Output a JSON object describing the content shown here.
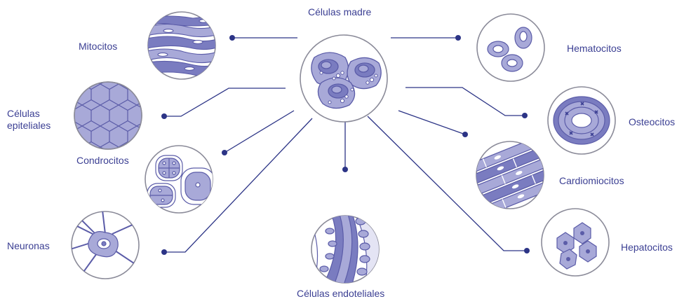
{
  "title": "Células madre",
  "colors": {
    "line": "#2c3486",
    "text": "#3b3f93",
    "cell_fill": "#a8a9d8",
    "cell_dark": "#7a7cc0",
    "nucleus": "#6a6bb6",
    "circle_stroke": "#8b8b99"
  },
  "center": {
    "label": "Células madre",
    "icon": "stem-cells-icon"
  },
  "cell_types": [
    {
      "id": "mitocitos",
      "label": "Mitocitos",
      "icon": "muscle-fibers-icon"
    },
    {
      "id": "epiteliales",
      "label": "Células epiteliales",
      "label_lines": [
        "Células",
        "epiteliales"
      ],
      "icon": "epithelial-cells-icon"
    },
    {
      "id": "condrocitos",
      "label": "Condrocitos",
      "icon": "chondrocytes-icon"
    },
    {
      "id": "neuronas",
      "label": "Neuronas",
      "icon": "neuron-icon"
    },
    {
      "id": "endoteliales",
      "label": "Células endoteliales",
      "icon": "blood-vessel-icon"
    },
    {
      "id": "hematocitos",
      "label": "Hematocitos",
      "icon": "blood-cells-icon"
    },
    {
      "id": "osteocitos",
      "label": "Osteocitos",
      "icon": "bone-osteon-icon"
    },
    {
      "id": "cardiomiocitos",
      "label": "Cardiomiocitos",
      "icon": "cardiac-muscle-icon"
    },
    {
      "id": "hepatocitos",
      "label": "Hepatocitos",
      "icon": "liver-cells-icon"
    }
  ]
}
